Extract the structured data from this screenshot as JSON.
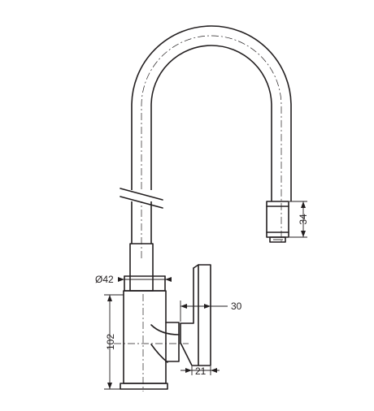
{
  "drawing": {
    "dimensions": {
      "spout_end_height": "34",
      "body_diameter": "Ø42",
      "lever_width": "30",
      "body_height": "102",
      "lever_offset": "21"
    }
  }
}
